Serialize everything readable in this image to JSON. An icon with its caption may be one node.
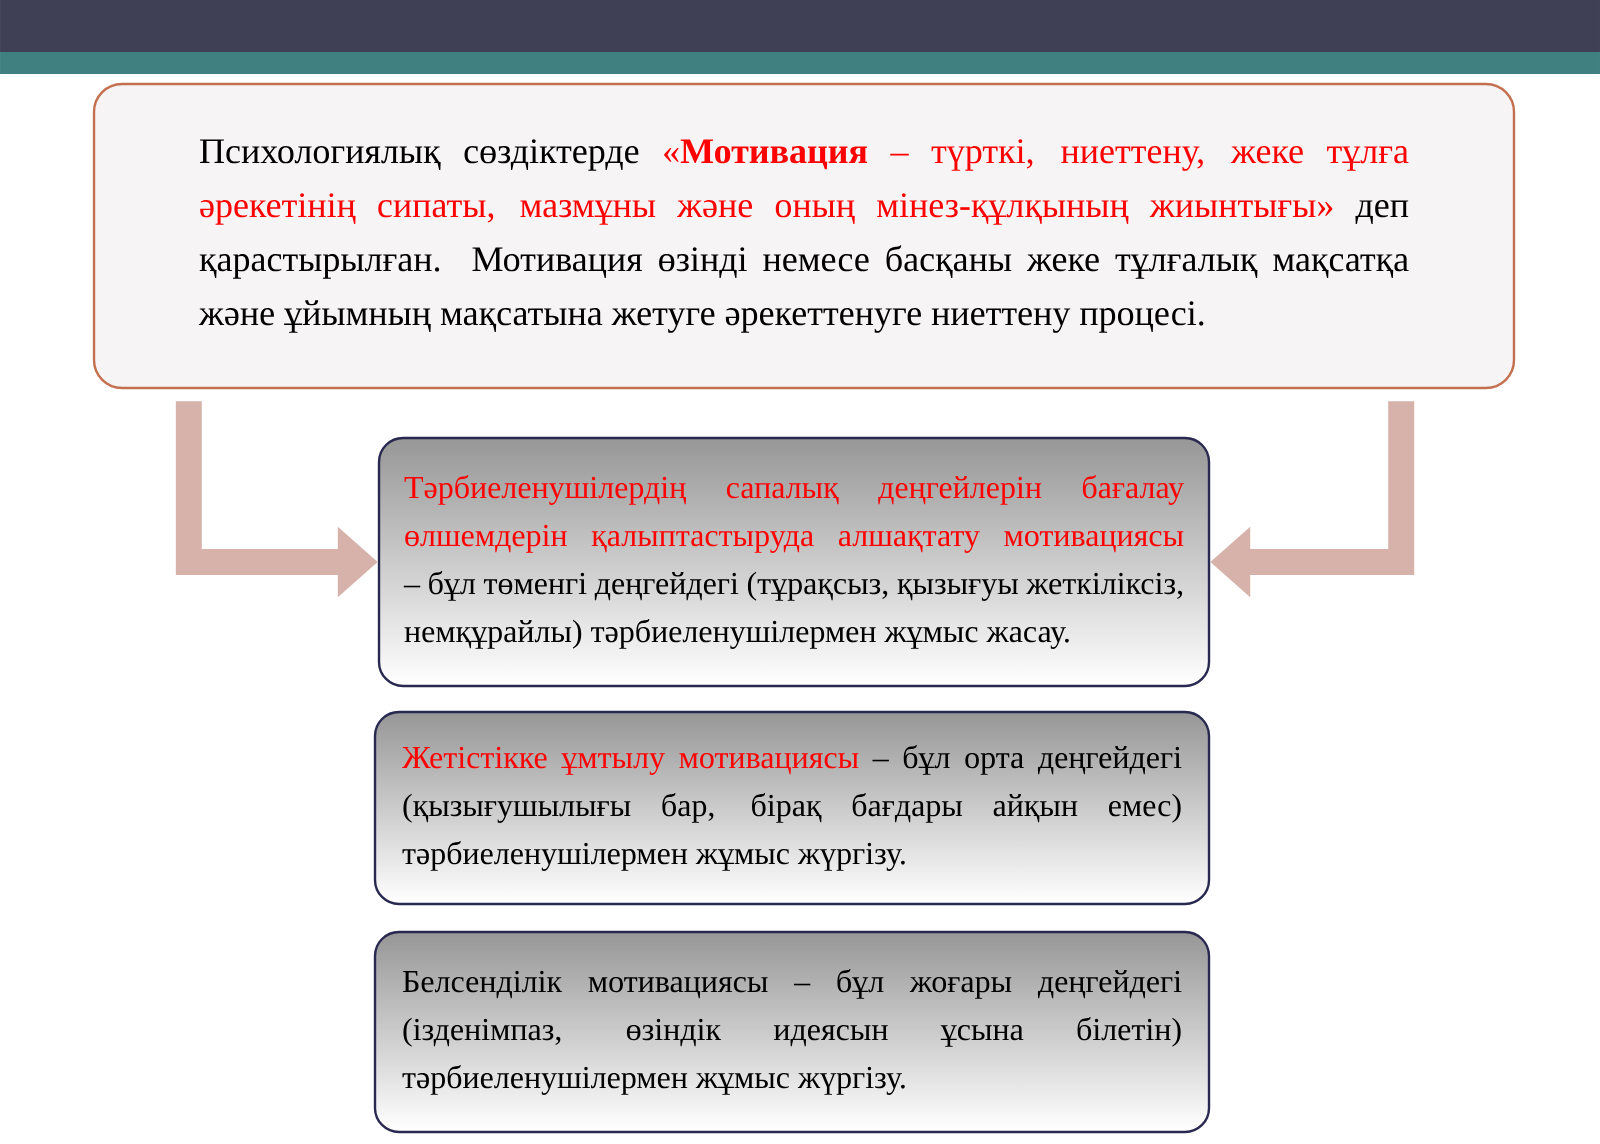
{
  "diagram": {
    "nodes": [
      {
        "text": [
          "Психологиялық сөздіктерде",
          "«**Мотивация** – түрткі, ниеттену, жеке тұлға әрекетінің сипаты, мазмұны және оның мінез-құлқының жиынтығы»",
          "деп қарастырылған. Мотивация өзінді немесе басқаны жеке тұлғалық мақсатқа және ұйымның мақсатына жетуге әрекеттенуге ниеттену процесі."
        ]
      },
      {
        "text": [
          "Тәрбиеленушілердің сапалық деңгейлерін бағалау өлшемдерін қалыптастыруда алшақтату мотивациясы",
          "– бұл төменгі деңгейдегі (тұрақсыз, қызығуы жеткіліксіз, немқұрайлы) тәрбиеленушілермен жұмыс жасау."
        ]
      },
      {
        "text": [
          "Жетістікке ұмтылу мотивациясы",
          "– бұл орта деңгейдегі (қызығушылығы бар, бірақ бағдары айқын емес) тәрбиеленушілермен жұмыс жүргізу."
        ]
      },
      {
        "text": [
          "Белсенділік мотивациясы – бұл жоғары деңгейдегі (ізденімпаз, өзіндік идеясын ұсына білетін) тәрбиеленушілермен жұмыс жүргізу."
        ]
      }
    ],
    "edges": [
      {
        "from": 0,
        "to": 1,
        "arrow": "to"
      },
      {
        "from": 0,
        "to": 1,
        "arrow": "to"
      }
    ]
  }
}
